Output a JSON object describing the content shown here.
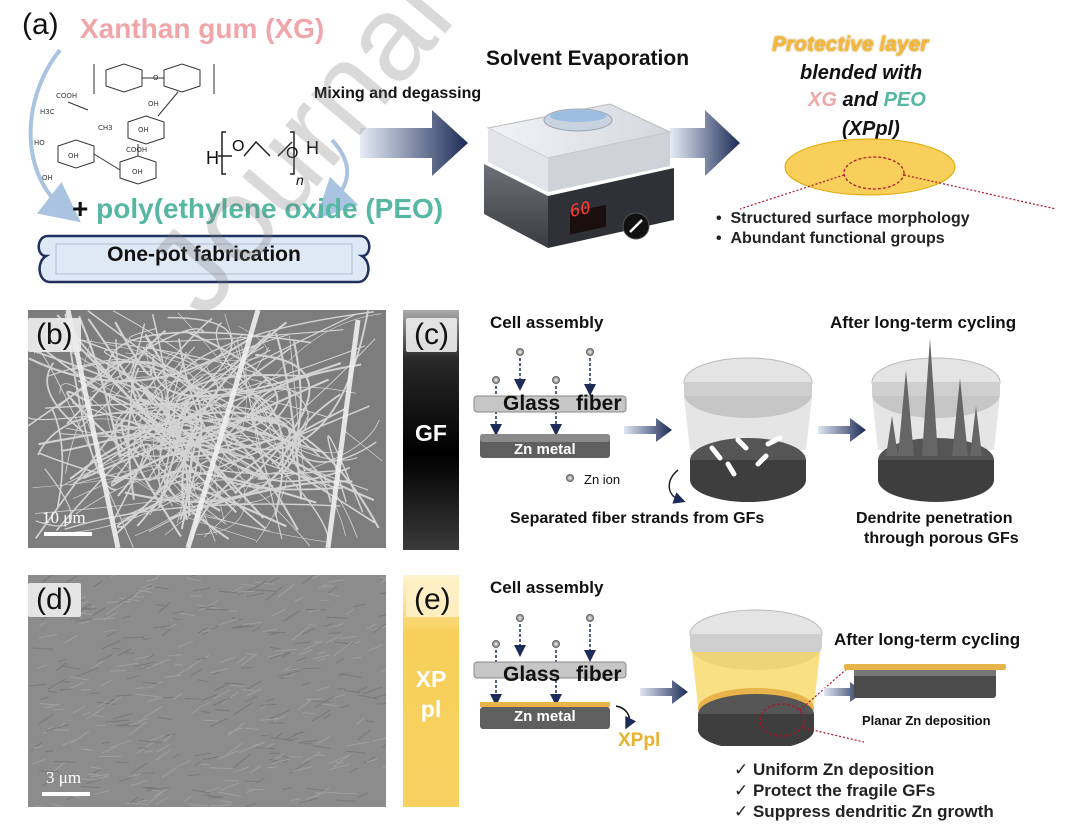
{
  "panel_a": {
    "label": "(a)",
    "xg_title": "Xanthan gum (XG)",
    "peo_prefix": "+ ",
    "peo_title": "poly(ethylene oxide (PEO)",
    "banner": "One-pot fabrication",
    "mixing": "Mixing and degassing",
    "solvent": "Solvent Evaporation",
    "hotplate_display": "60",
    "protective_line1": "Protective layer",
    "protective_line2": "blended with",
    "protective_xg": "XG",
    "protective_and": " and ",
    "protective_peo": "PEO",
    "protective_line4": "(XPpl)",
    "bullets": [
      "Structured surface morphology",
      "Abundant functional groups"
    ],
    "peo_formula": {
      "h_left": "H",
      "o_left": "O",
      "o_right": "O",
      "h_right": "H",
      "n": "n"
    },
    "xg_atoms": [
      "COOH",
      "H3C",
      "OH",
      "HO",
      "OH",
      "COOH",
      "OH",
      "OH",
      "CH3",
      "OH",
      "O"
    ]
  },
  "panel_b": {
    "label": "(b)",
    "scale": "10 μm"
  },
  "panel_c": {
    "label": "(c)",
    "side_label": "GF",
    "cell_assembly": "Cell assembly",
    "glass_fiber_1": "Glass",
    "glass_fiber_2": "fiber",
    "zn_metal": "Zn metal",
    "zn_ion": "Zn ion",
    "separated": "Separated fiber strands from GFs",
    "after": "After long-term cycling",
    "dendrite_1": "Dendrite penetration",
    "dendrite_2": "through porous GFs"
  },
  "panel_d": {
    "label": "(d)",
    "scale": "3 μm"
  },
  "panel_e": {
    "label": "(e)",
    "side_label_1": "XP",
    "side_label_2": "pl",
    "cell_assembly": "Cell assembly",
    "glass_fiber_1": "Glass",
    "glass_fiber_2": "fiber",
    "zn_metal": "Zn metal",
    "xppl": "XPpl",
    "after": "After long-term cycling",
    "planar": "Planar Zn deposition",
    "checks": [
      "✓ Uniform Zn deposition",
      "✓ Protect the fragile GFs",
      "✓ Suppress dendritic Zn growth"
    ]
  },
  "watermark": "Journal Pre-proof",
  "colors": {
    "pink": "#f0a5a8",
    "teal": "#56b7a3",
    "yellow": "#f4b93a",
    "navy": "#1c2b57",
    "banner_fill": "#dfe9f5",
    "banner_stroke": "#20305e",
    "xppl_disc": "#f7cf5a"
  }
}
